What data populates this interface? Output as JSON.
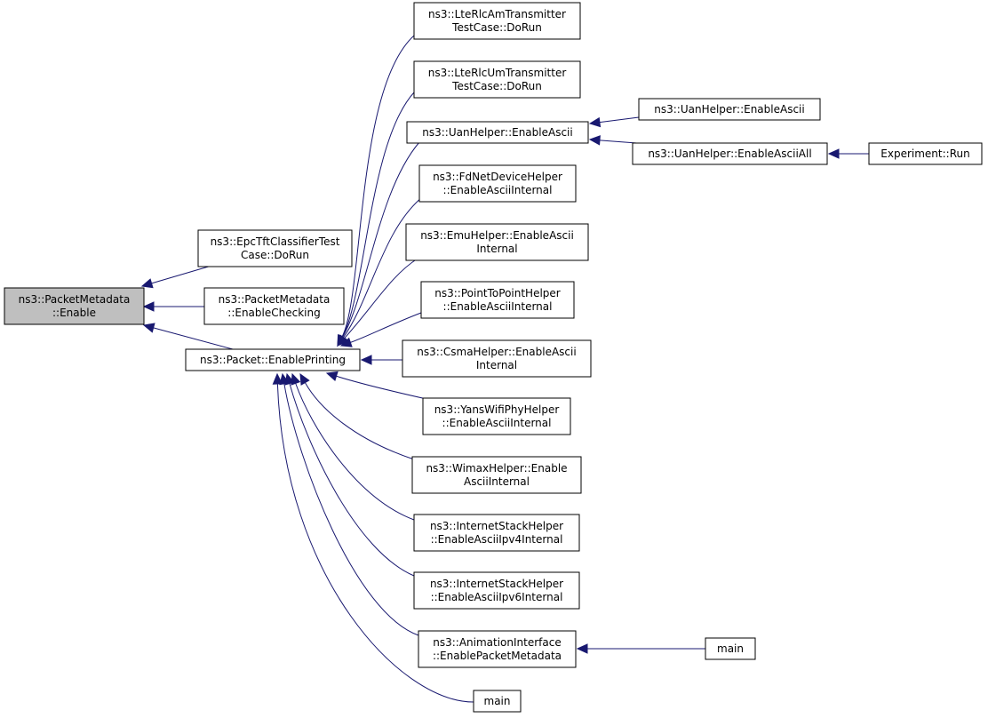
{
  "diagram": {
    "type": "call-graph",
    "nodes": {
      "pm_enable": [
        "ns3::PacketMetadata",
        "::Enable"
      ],
      "epc_tft": [
        "ns3::EpcTftClassifierTest",
        "Case::DoRun"
      ],
      "pm_enable_checking": [
        "ns3::PacketMetadata",
        "::EnableChecking"
      ],
      "pkt_enable_printing": [
        "ns3::Packet::EnablePrinting"
      ],
      "lte_am": [
        "ns3::LteRlcAmTransmitter",
        "TestCase::DoRun"
      ],
      "lte_um": [
        "ns3::LteRlcUmTransmitter",
        "TestCase::DoRun"
      ],
      "uan_enable_ascii": [
        "ns3::UanHelper::EnableAscii"
      ],
      "fd_net": [
        "ns3::FdNetDeviceHelper",
        "::EnableAsciiInternal"
      ],
      "emu": [
        "ns3::EmuHelper::EnableAscii",
        "Internal"
      ],
      "p2p": [
        "ns3::PointToPointHelper",
        "::EnableAsciiInternal"
      ],
      "csma": [
        "ns3::CsmaHelper::EnableAscii",
        "Internal"
      ],
      "yans": [
        "ns3::YansWifiPhyHelper",
        "::EnableAsciiInternal"
      ],
      "wimax": [
        "ns3::WimaxHelper::Enable",
        "AsciiInternal"
      ],
      "inet_v4": [
        "ns3::InternetStackHelper",
        "::EnableAsciiIpv4Internal"
      ],
      "inet_v6": [
        "ns3::InternetStackHelper",
        "::EnableAsciiIpv6Internal"
      ],
      "anim": [
        "ns3::AnimationInterface",
        "::EnablePacketMetadata"
      ],
      "main_a": [
        "main"
      ],
      "main_b": [
        "main"
      ],
      "uan_enable_ascii_2": [
        "ns3::UanHelper::EnableAscii"
      ],
      "uan_enable_ascii_all": [
        "ns3::UanHelper::EnableAsciiAll"
      ],
      "experiment_run": [
        "Experiment::Run"
      ]
    },
    "edges": [
      {
        "from": "epc_tft",
        "to": "pm_enable"
      },
      {
        "from": "pm_enable_checking",
        "to": "pm_enable"
      },
      {
        "from": "pkt_enable_printing",
        "to": "pm_enable"
      },
      {
        "from": "lte_am",
        "to": "pkt_enable_printing"
      },
      {
        "from": "lte_um",
        "to": "pkt_enable_printing"
      },
      {
        "from": "uan_enable_ascii",
        "to": "pkt_enable_printing"
      },
      {
        "from": "fd_net",
        "to": "pkt_enable_printing"
      },
      {
        "from": "emu",
        "to": "pkt_enable_printing"
      },
      {
        "from": "p2p",
        "to": "pkt_enable_printing"
      },
      {
        "from": "csma",
        "to": "pkt_enable_printing"
      },
      {
        "from": "yans",
        "to": "pkt_enable_printing"
      },
      {
        "from": "wimax",
        "to": "pkt_enable_printing"
      },
      {
        "from": "inet_v4",
        "to": "pkt_enable_printing"
      },
      {
        "from": "inet_v6",
        "to": "pkt_enable_printing"
      },
      {
        "from": "anim",
        "to": "pkt_enable_printing"
      },
      {
        "from": "main_a",
        "to": "pkt_enable_printing"
      },
      {
        "from": "uan_enable_ascii_2",
        "to": "uan_enable_ascii"
      },
      {
        "from": "uan_enable_ascii_all",
        "to": "uan_enable_ascii"
      },
      {
        "from": "experiment_run",
        "to": "uan_enable_ascii_all"
      },
      {
        "from": "main_b",
        "to": "anim"
      }
    ],
    "colors": {
      "edge": "#191970",
      "node_border": "#000000",
      "root_fill": "#bfbfbf",
      "node_fill": "#ffffff"
    }
  }
}
